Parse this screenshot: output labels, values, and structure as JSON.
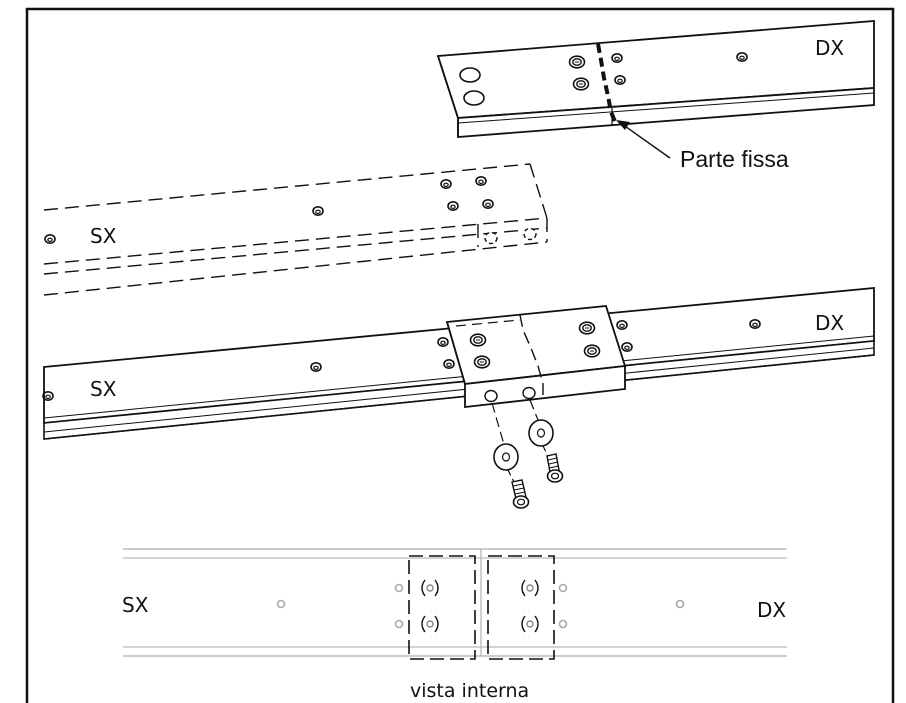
{
  "labels": {
    "top_right": "DX",
    "fixed_part": "Parte fissa",
    "middle_left": "SX",
    "assembled_left": "SX",
    "assembled_right": "DX",
    "internal_left": "SX",
    "internal_right": "DX",
    "internal_caption": "vista interna"
  },
  "colors": {
    "ink": "#111111",
    "faint": "#b8b8b8",
    "fill_light": "#f2f2f2"
  }
}
